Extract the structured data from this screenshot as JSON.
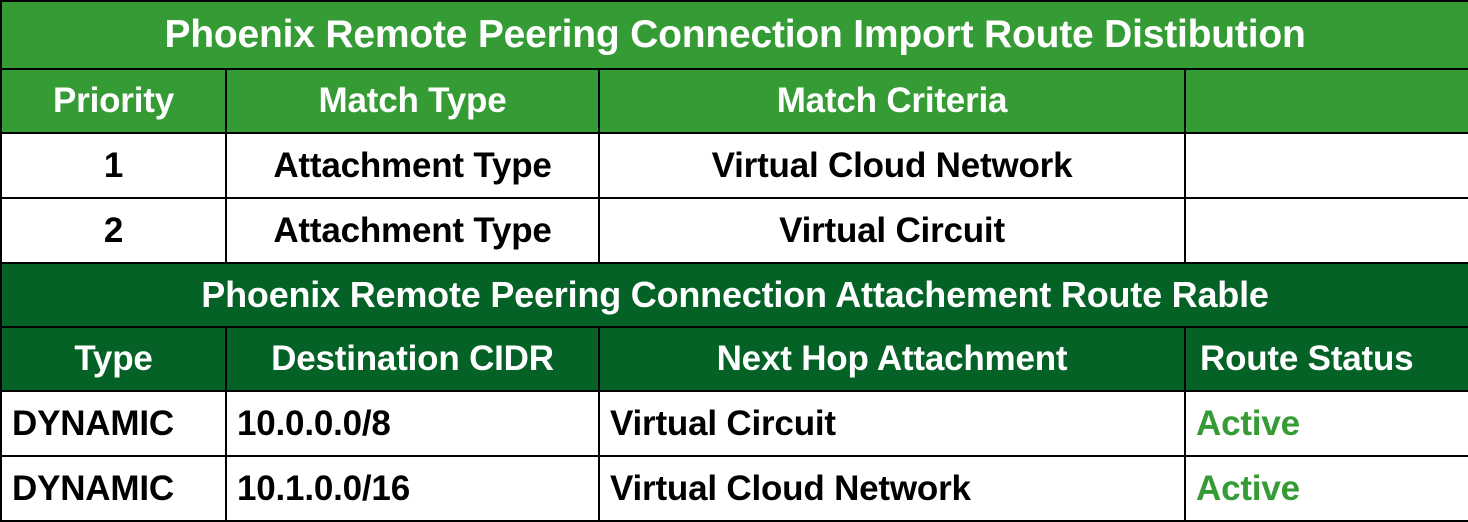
{
  "tables": [
    {
      "id": "import-route-distribution",
      "title": "Phoenix Remote Peering Connection Import Route Distibution",
      "theme_color": "#359B34",
      "columns": [
        "Priority",
        "Match Type",
        "Match Criteria",
        ""
      ],
      "rows": [
        {
          "priority": "1",
          "match_type": "Attachment Type",
          "match_criteria": "Virtual Cloud Network",
          "extra": ""
        },
        {
          "priority": "2",
          "match_type": "Attachment Type",
          "match_criteria": "Virtual Circuit",
          "extra": ""
        }
      ]
    },
    {
      "id": "attachment-route-table",
      "title": "Phoenix Remote Peering Connection Attachement Route Rable",
      "theme_color": "#046226",
      "columns": [
        "Type",
        "Destination CIDR",
        "Next Hop Attachment",
        "Route Status"
      ],
      "rows": [
        {
          "type": "DYNAMIC",
          "destination_cidr": "10.0.0.0/8",
          "next_hop_attachment": "Virtual Circuit",
          "route_status": "Active"
        },
        {
          "type": "DYNAMIC",
          "destination_cidr": "10.1.0.0/16",
          "next_hop_attachment": "Virtual Cloud Network",
          "route_status": "Active"
        }
      ]
    }
  ],
  "colors": {
    "light_green": "#359B34",
    "dark_green": "#046226",
    "status_active": "#359B34",
    "border": "#000000",
    "text": "#000000",
    "header_text": "#FFFFFF"
  }
}
